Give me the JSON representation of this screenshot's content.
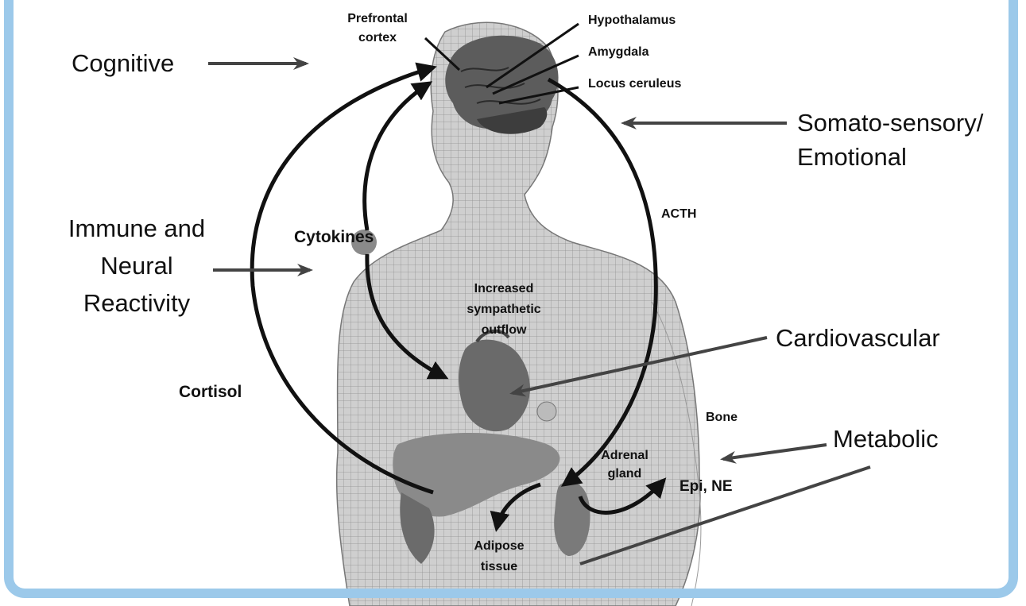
{
  "labels": {
    "prefrontal": [
      "Prefrontal",
      "cortex"
    ],
    "hypothalamus": "Hypothalamus",
    "amygdala": "Amygdala",
    "locus": "Locus ceruleus",
    "cognitive": "Cognitive",
    "somato": [
      "Somato-sensory/",
      "Emotional"
    ],
    "immune": [
      "Immune and",
      "Neural",
      "Reactivity"
    ],
    "cytokines": "Cytokines",
    "acth": "ACTH",
    "sympathetic": [
      "Increased",
      "sympathetic",
      "outflow"
    ],
    "cardiovascular": "Cardiovascular",
    "cortisol": "Cortisol",
    "bone": "Bone",
    "metabolic": "Metabolic",
    "adrenal": [
      "Adrenal",
      "gland"
    ],
    "epi": "Epi, NE",
    "adipose": [
      "Adipose",
      "tissue"
    ]
  },
  "colors": {
    "border": "#9cc9ea",
    "body": "#c9c9c9",
    "mesh": "#8f8f8f",
    "organ": "#555555"
  }
}
